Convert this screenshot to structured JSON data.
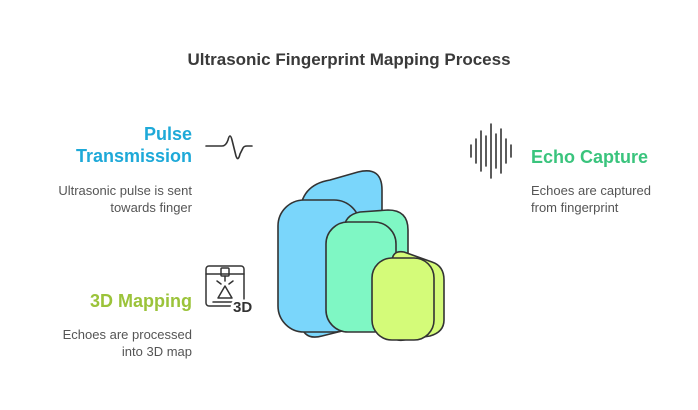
{
  "title": "Ultrasonic Fingerprint Mapping Process",
  "colors": {
    "blue": "#1ea9d8",
    "green": "#3ac47d",
    "lime": "#9bc33a",
    "layer1": "#7ad6fb",
    "layer2": "#6cd0ff",
    "layer3": "#7ff7c4",
    "layer4": "#d4fb79",
    "outline": "#333333"
  },
  "steps": {
    "pulse": {
      "heading_line1": "Pulse",
      "heading_line2": "Transmission",
      "desc_line1": "Ultrasonic pulse is sent",
      "desc_line2": "towards finger",
      "icon": "pulse-wave-icon"
    },
    "echo": {
      "heading": "Echo Capture",
      "desc_line1": "Echoes are captured",
      "desc_line2": "from fingerprint",
      "icon": "sound-wave-icon"
    },
    "mapping": {
      "heading": "3D Mapping",
      "desc_line1": "Echoes are processed",
      "desc_line2": "into 3D map",
      "icon": "3d-printer-icon",
      "icon_text": "3D"
    }
  }
}
